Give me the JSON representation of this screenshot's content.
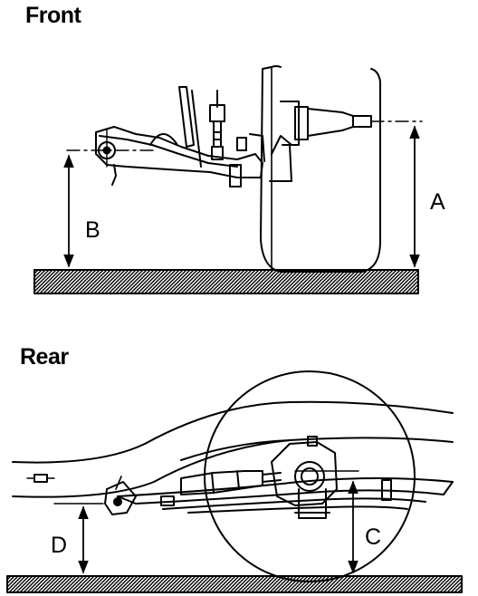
{
  "front": {
    "title": "Front",
    "labels": {
      "a": "A",
      "b": "B"
    }
  },
  "rear": {
    "title": "Rear",
    "labels": {
      "c": "C",
      "d": "D"
    }
  }
}
